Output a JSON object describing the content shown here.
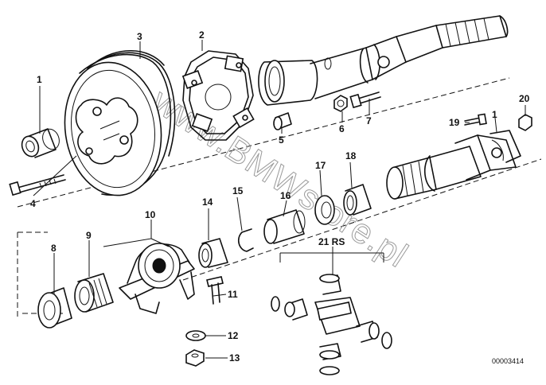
{
  "diagram": {
    "reference_number": "00003414",
    "watermark": "www.BMWstore.pl",
    "part_labels": [
      {
        "id": "p1a",
        "text": "1"
      },
      {
        "id": "p1b",
        "text": "1"
      },
      {
        "id": "p2",
        "text": "2"
      },
      {
        "id": "p3",
        "text": "3"
      },
      {
        "id": "p4",
        "text": "4"
      },
      {
        "id": "p5",
        "text": "5"
      },
      {
        "id": "p6",
        "text": "6"
      },
      {
        "id": "p7",
        "text": "7"
      },
      {
        "id": "p8",
        "text": "8"
      },
      {
        "id": "p9",
        "text": "9"
      },
      {
        "id": "p10",
        "text": "10"
      },
      {
        "id": "p11",
        "text": "11"
      },
      {
        "id": "p12",
        "text": "12"
      },
      {
        "id": "p13",
        "text": "13"
      },
      {
        "id": "p14",
        "text": "14"
      },
      {
        "id": "p15",
        "text": "15"
      },
      {
        "id": "p16",
        "text": "16"
      },
      {
        "id": "p17",
        "text": "17"
      },
      {
        "id": "p18",
        "text": "18"
      },
      {
        "id": "p19",
        "text": "19"
      },
      {
        "id": "p20",
        "text": "20"
      },
      {
        "id": "p21",
        "text": "21 RS"
      }
    ]
  }
}
